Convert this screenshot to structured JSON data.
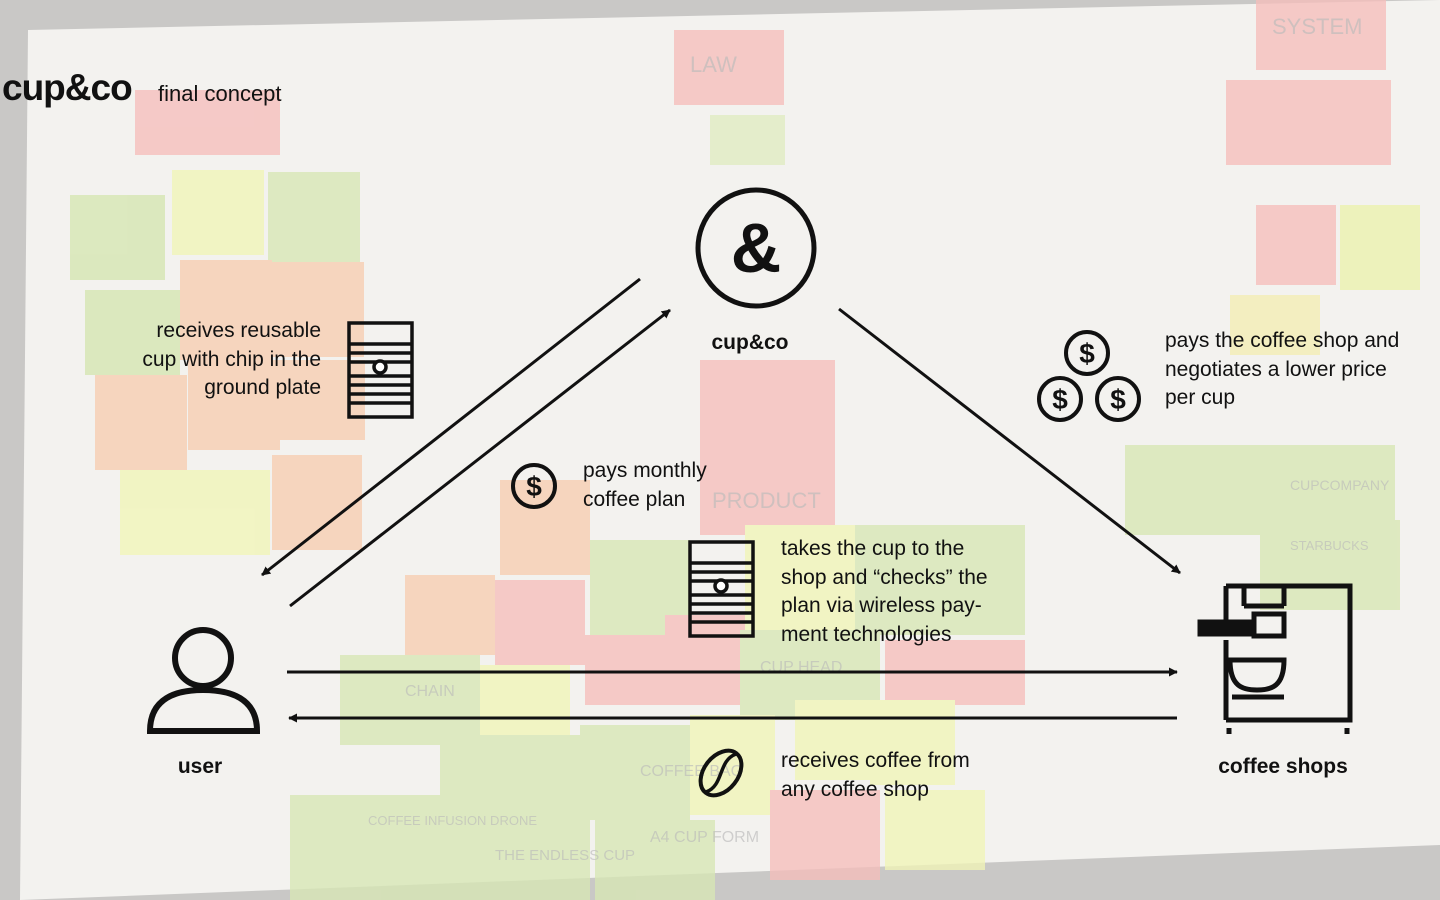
{
  "header": {
    "brand": "cup&co",
    "subtitle": "final concept"
  },
  "nodes": {
    "company": {
      "label": "cup&co"
    },
    "user": {
      "label": "user"
    },
    "shops": {
      "label": "coffee shops"
    }
  },
  "edge_labels": {
    "company_to_user": [
      "receives reusable",
      "cup with chip in the",
      "ground plate"
    ],
    "user_to_company": [
      "pays monthly",
      "coffee plan"
    ],
    "company_to_shops": [
      "pays the coffee shop and",
      "negotiates a lower price",
      "per cup"
    ],
    "user_to_shops": [
      "takes the cup to the",
      "shop and “checks” the",
      "plan via wireless pay-",
      "ment technologies"
    ],
    "shops_to_user": [
      "receives coffee from",
      "any coffee shop"
    ]
  },
  "icons": {
    "company": "ampersand-icon",
    "user": "person-icon",
    "shops": "espresso-machine-icon",
    "cup1": "reusable-cup-icon",
    "cup2": "reusable-cup-icon",
    "dollar1": "dollar-coin-icon",
    "coffee": "coffee-bean-icon"
  },
  "background_notes": [
    "LAW",
    "SYSTEM",
    "PRODUCT",
    "CHAIN",
    "CUP HEAD",
    "COFFEE BAG",
    "THE ENDLESS CUP",
    "A4 CUP FORM",
    "COFFEE INFUSION DRONE",
    "CUPCOMPANY",
    "STARBUCKS"
  ],
  "colors": {
    "ink": "#111111",
    "paper": "#f3f1ee",
    "note_pink": "#f5b7b3",
    "note_green": "#cfe3a5",
    "note_yellow": "#ecf2a5",
    "note_orange": "#f7c7a3"
  }
}
